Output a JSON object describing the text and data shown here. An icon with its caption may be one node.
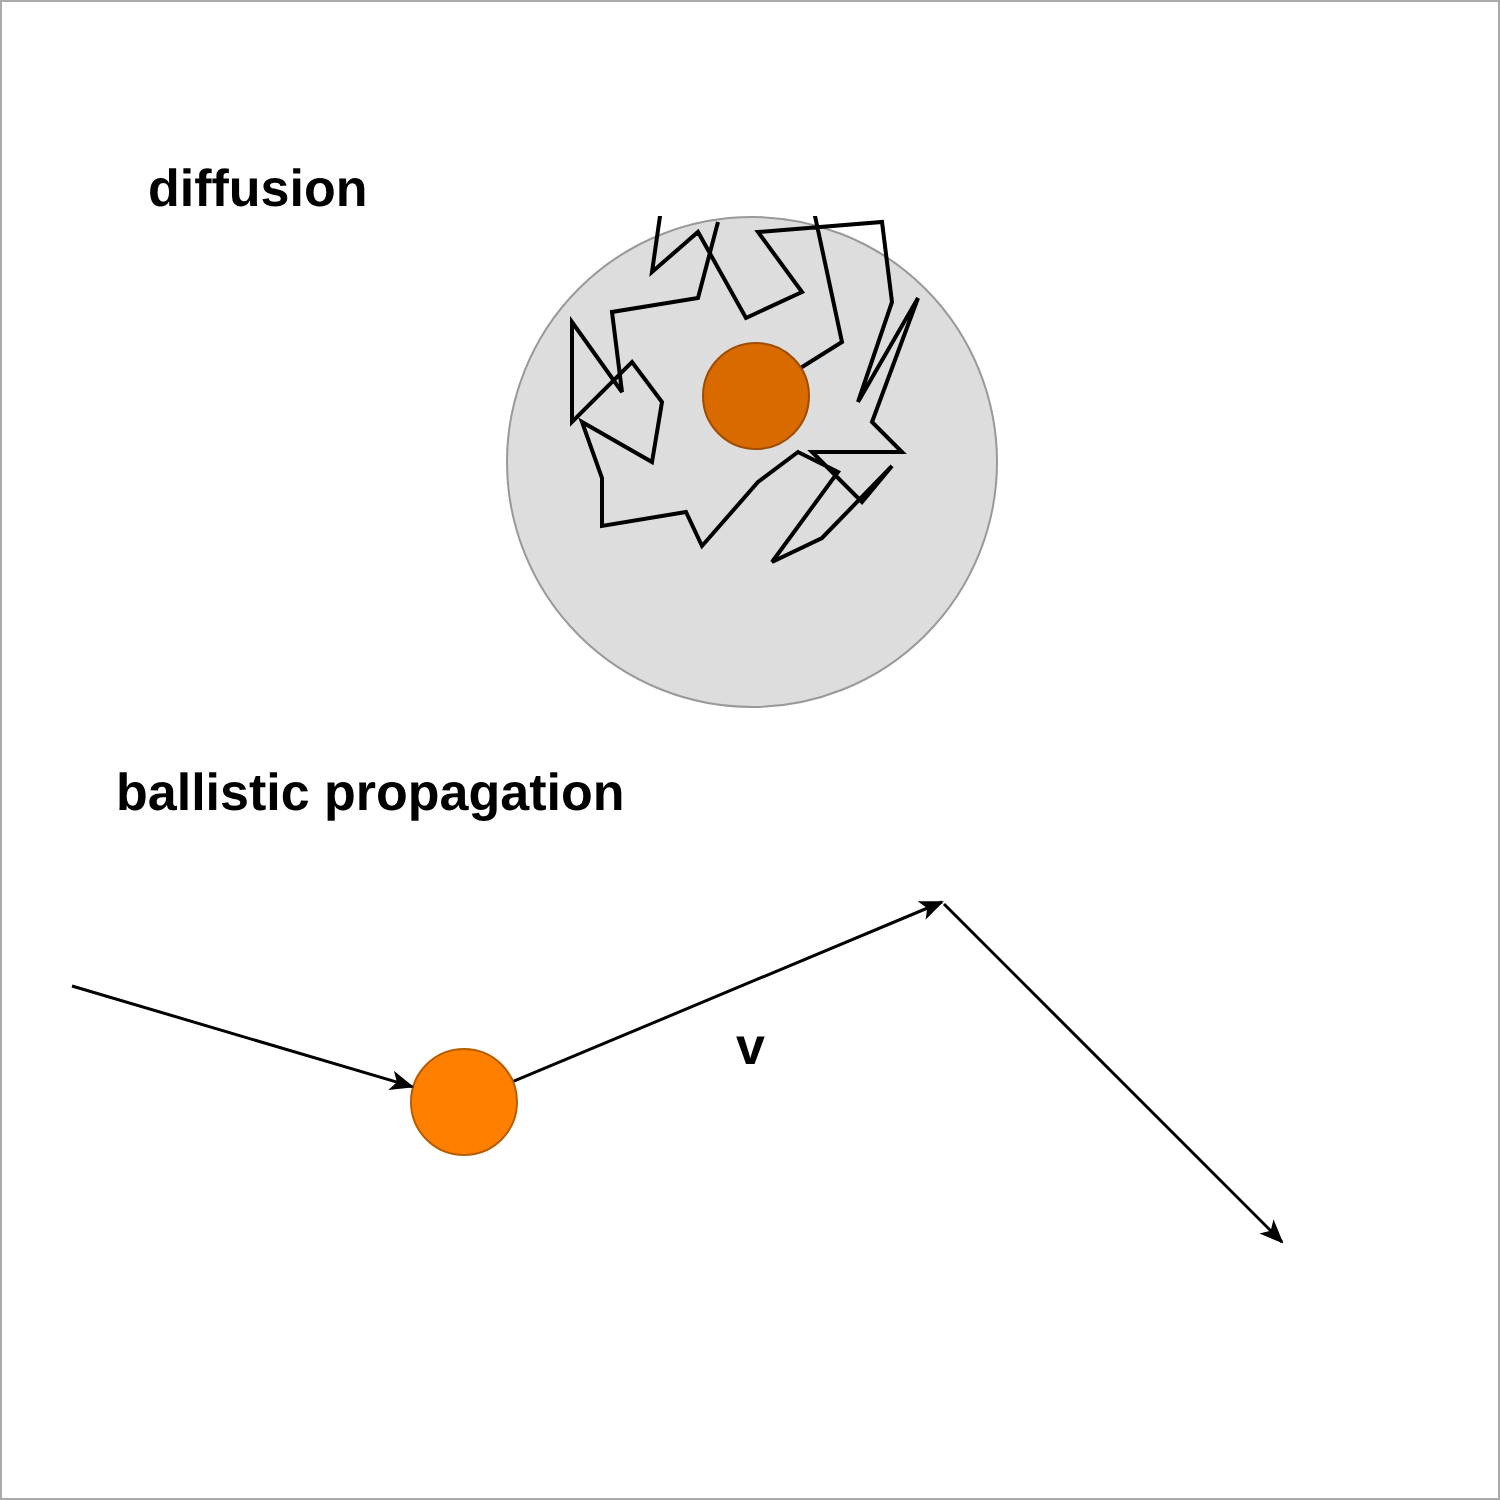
{
  "diagram": {
    "nodes": [
      {
        "text": [],
        "shape": "circle"
      },
      {
        "text": [],
        "shape": "circle",
        "in": 0
      },
      {
        "text": [],
        "shape": "circle"
      }
    ],
    "edges": [
      {
        "from": null,
        "to": 2,
        "arrow": "to"
      },
      {
        "from": 2,
        "to": null,
        "arrow": "to",
        "label": "v"
      }
    ],
    "labels": [
      "diffusion",
      "ballistic propagation"
    ]
  }
}
